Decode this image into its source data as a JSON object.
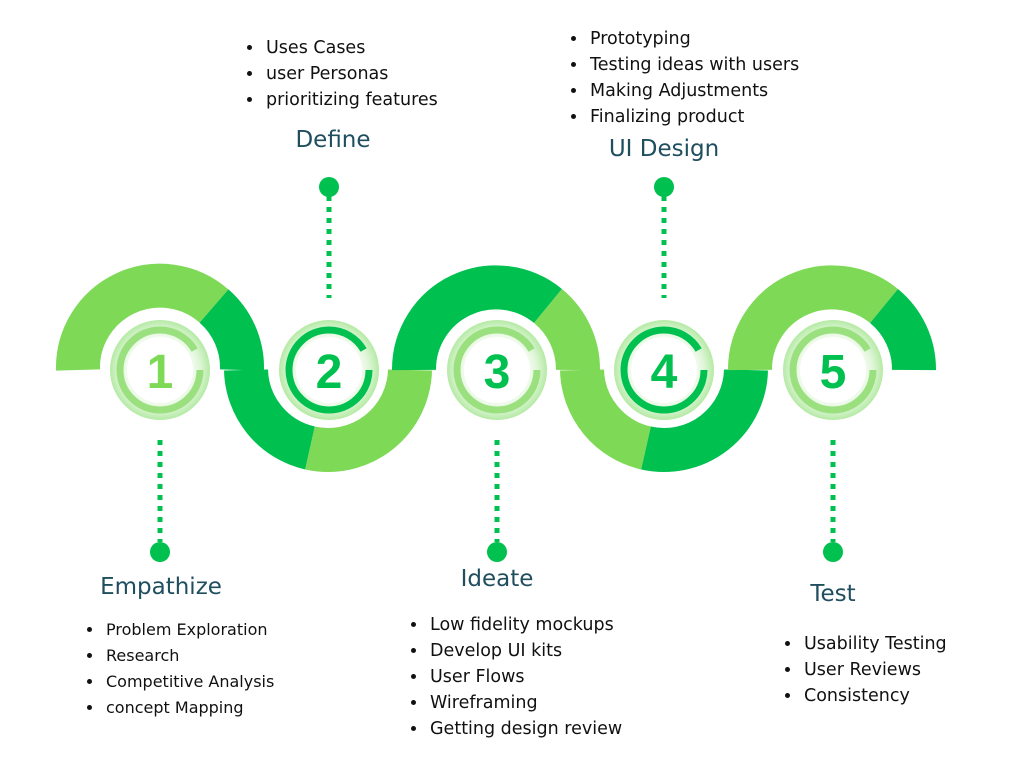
{
  "stages": [
    {
      "number": "1",
      "title": "Empathize",
      "items": [
        "Problem Exploration",
        "Research",
        "Competitive Analysis",
        "concept Mapping"
      ]
    },
    {
      "number": "2",
      "title": "Define",
      "items": [
        "Uses Cases",
        "user Personas",
        "prioritizing features"
      ]
    },
    {
      "number": "3",
      "title": "Ideate",
      "items": [
        "Low fidelity mockups",
        "Develop UI kits",
        "User Flows",
        "Wireframing",
        "Getting design review"
      ]
    },
    {
      "number": "4",
      "title": "UI Design",
      "items": [
        "Prototyping",
        "Testing ideas with users",
        "Making Adjustments",
        "Finalizing product"
      ]
    },
    {
      "number": "5",
      "title": "Test",
      "items": [
        "Usability Testing",
        "User Reviews",
        "Consistency"
      ]
    }
  ],
  "colors": {
    "light_green": "#7ed957",
    "dark_green": "#00c050",
    "connector": "#00c050",
    "title_text": "#1f4e5f",
    "bullet_text": "#111111"
  }
}
